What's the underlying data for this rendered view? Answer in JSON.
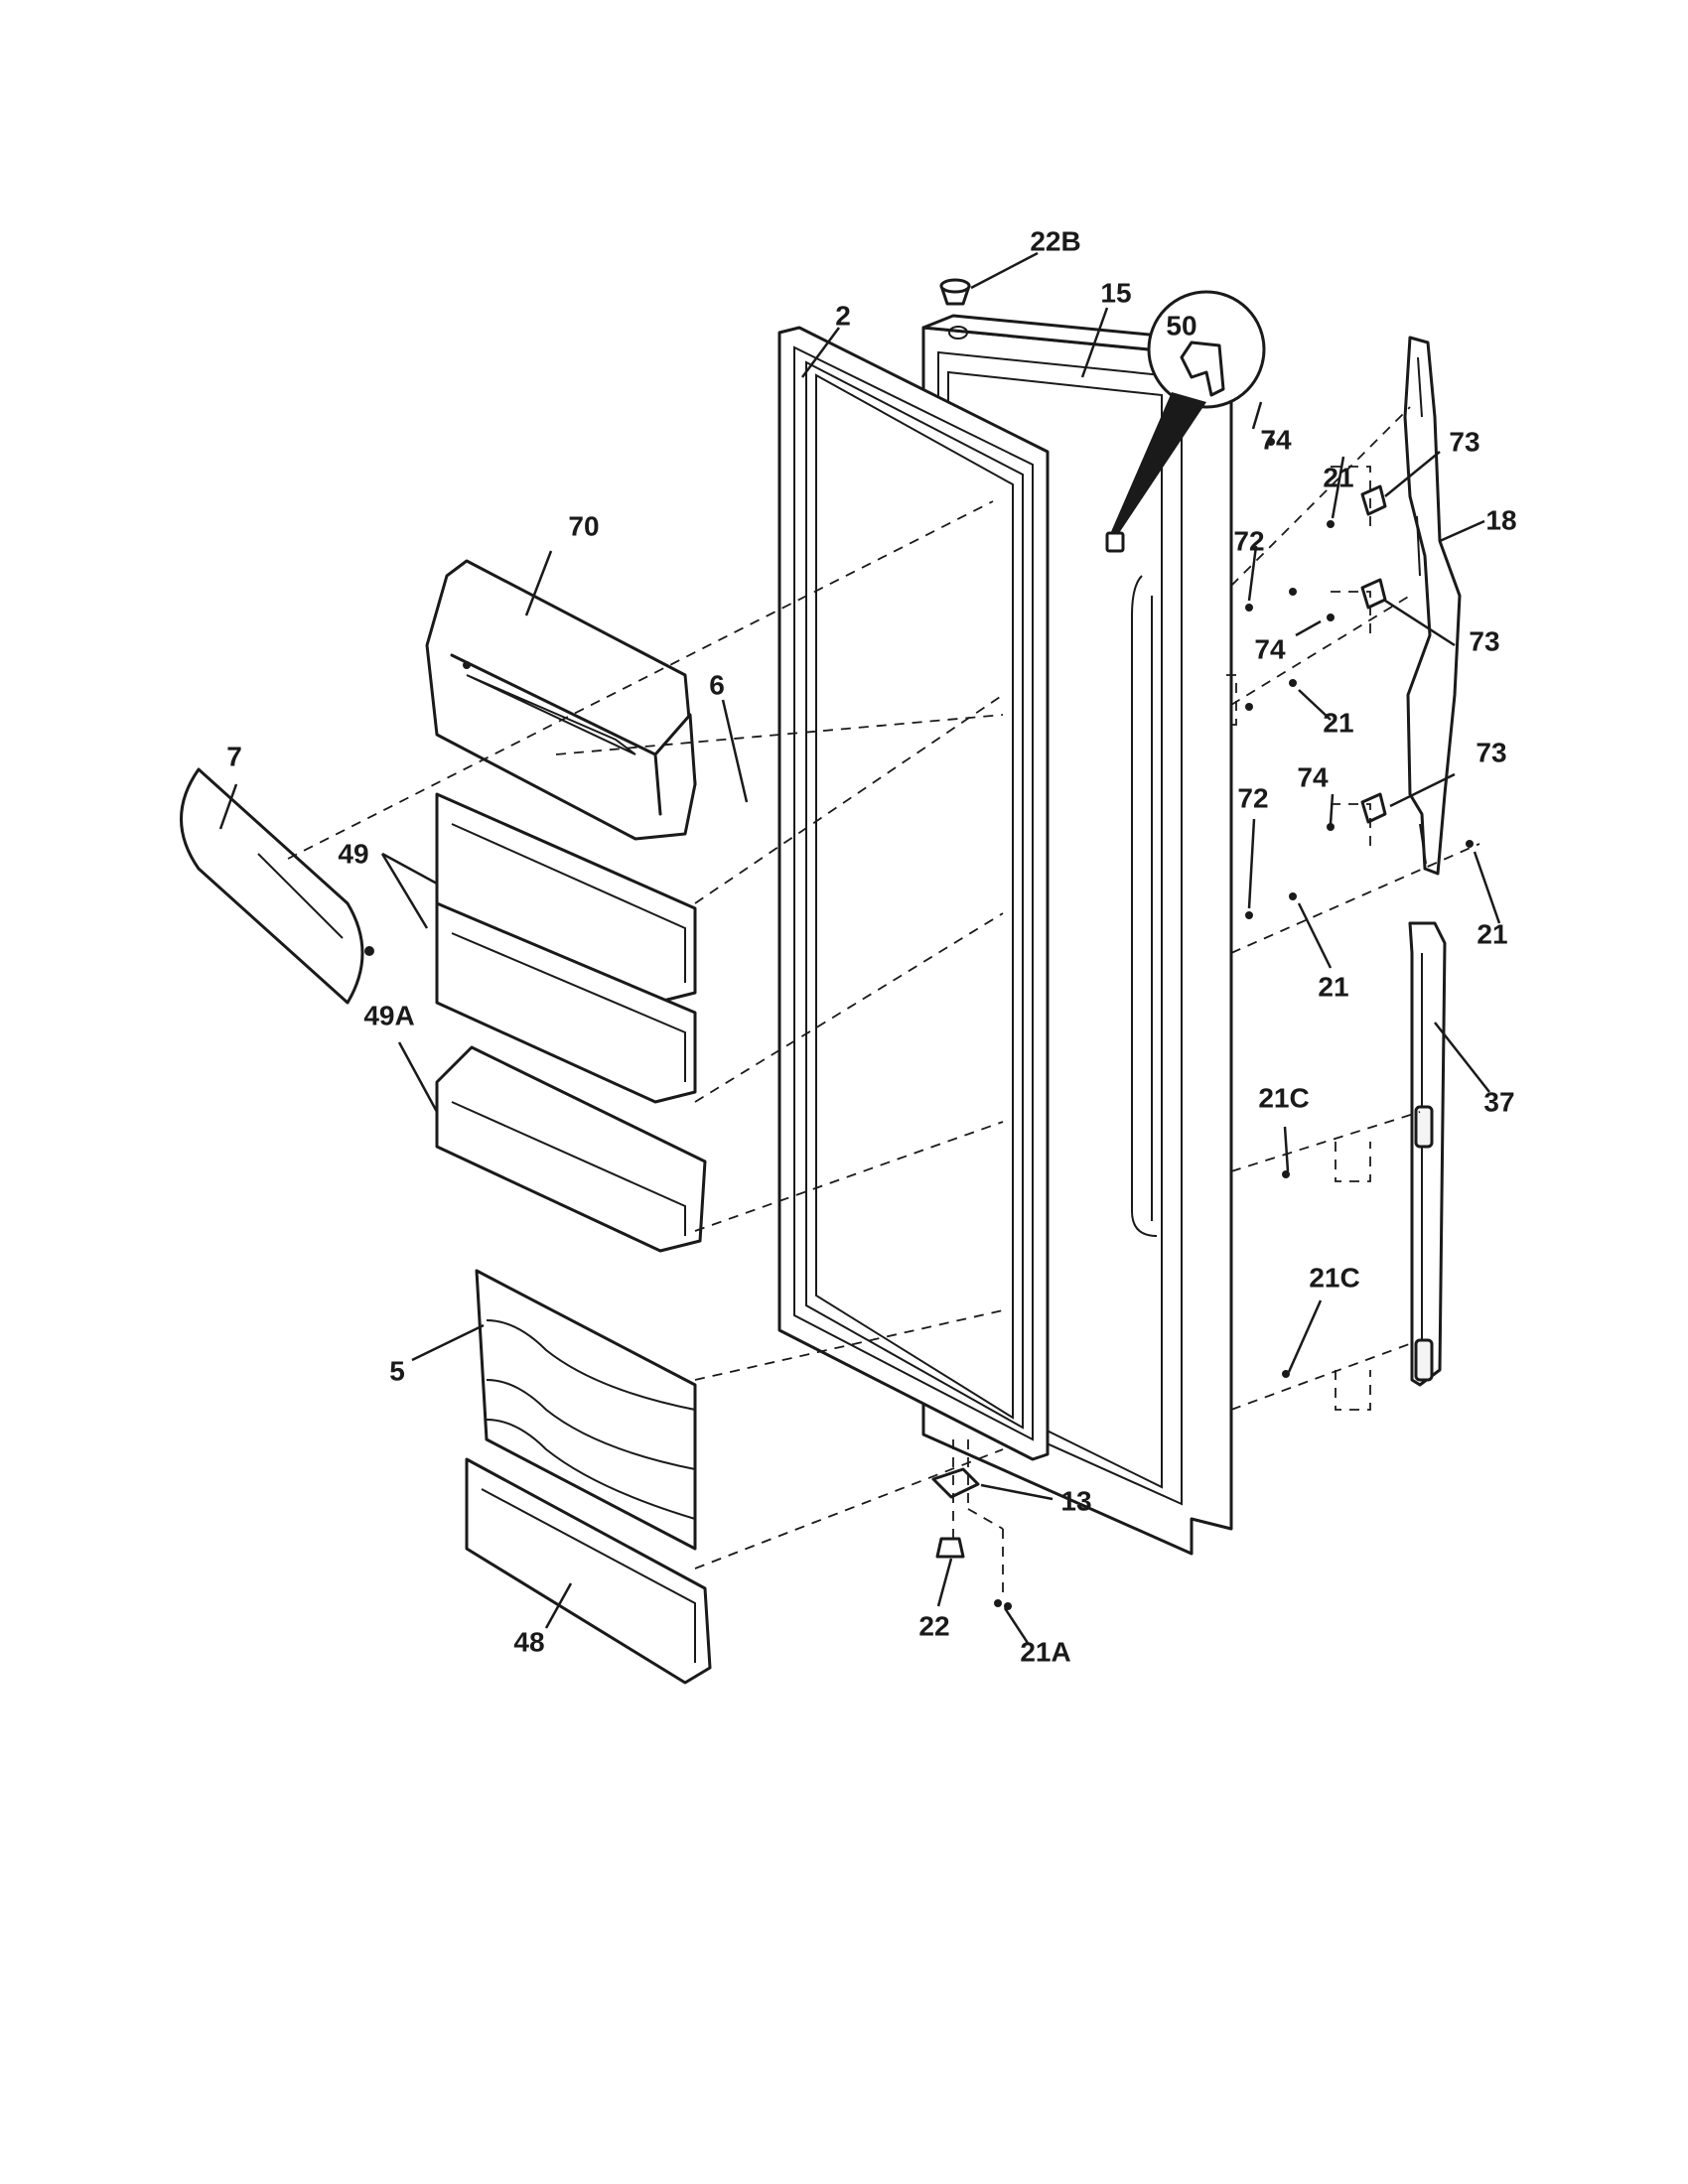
{
  "callouts": {
    "c22b": "22B",
    "c15": "15",
    "c2": "2",
    "c50": "50",
    "c74a": "74",
    "c73a": "73",
    "c21a": "21",
    "c18": "18",
    "c70": "70",
    "c72a": "72",
    "c74b": "74",
    "c73b": "73",
    "c6": "6",
    "c21b": "21",
    "c7": "7",
    "c49": "49",
    "c72b": "72",
    "c74c": "74",
    "c73c": "73",
    "c21c": "21",
    "c21d": "21",
    "c49a": "49A",
    "c37": "37",
    "c21c_a": "21C",
    "c21c_b": "21C",
    "c5": "5",
    "c13": "13",
    "c22": "22",
    "c48": "48",
    "c21a_b": "21A"
  },
  "colors": {
    "line": "#1a1a1a",
    "background": "#ffffff"
  }
}
